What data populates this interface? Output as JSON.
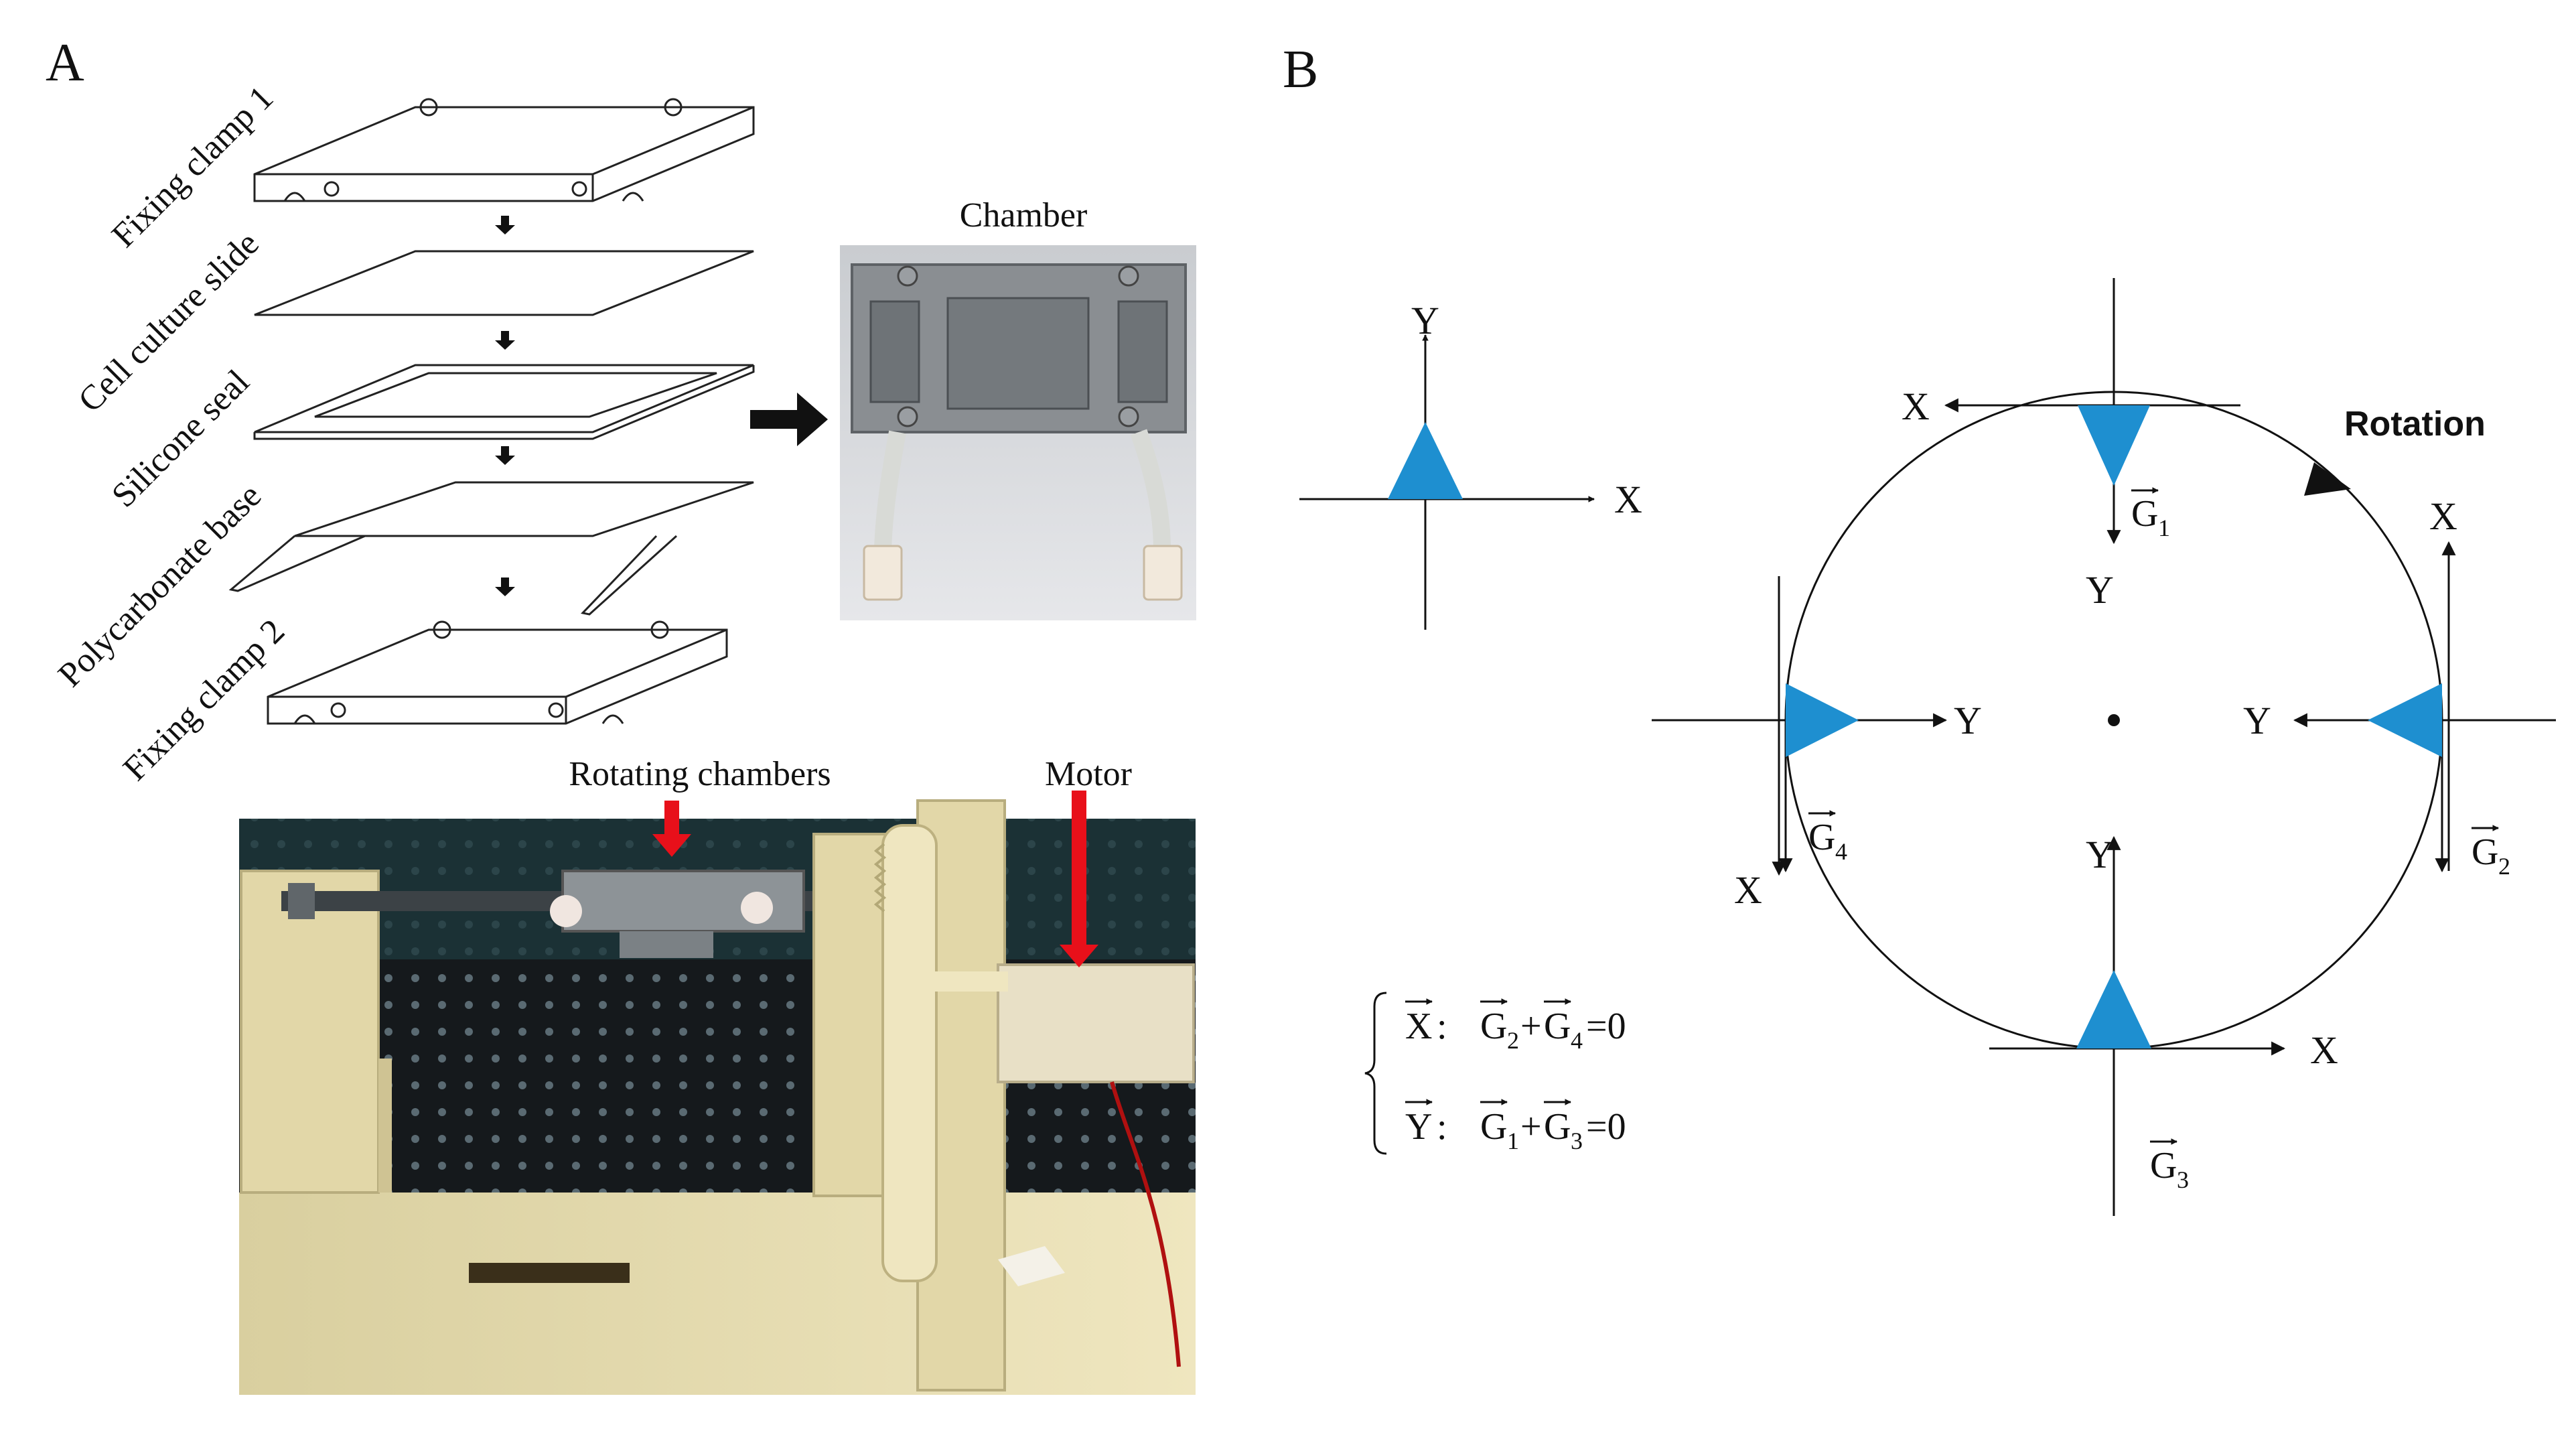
{
  "panels": {
    "a": "A",
    "b": "B"
  },
  "panel_a": {
    "layers": [
      "Fixing clamp 1",
      "Cell culture slide",
      "Silicone seal",
      "Polycarbonate base",
      "Fixing clamp 2"
    ],
    "chamber_label": "Chamber",
    "rotating_label": "Rotating chambers",
    "motor_label": "Motor"
  },
  "panel_b": {
    "axis_x": "X",
    "axis_y": "Y",
    "rotation_label": "Rotation",
    "gravity_letter": "G",
    "g_subscripts": [
      "1",
      "2",
      "3",
      "4"
    ],
    "equation_x": {
      "var": "X",
      "a": "2",
      "b": "4",
      "rhs": "=0"
    },
    "equation_y": {
      "var": "Y",
      "a": "1",
      "b": "3",
      "rhs": "=0"
    }
  },
  "colors": {
    "triangle": "#1e8fd0",
    "arrow_red": "#e8101a",
    "line": "#111111"
  }
}
